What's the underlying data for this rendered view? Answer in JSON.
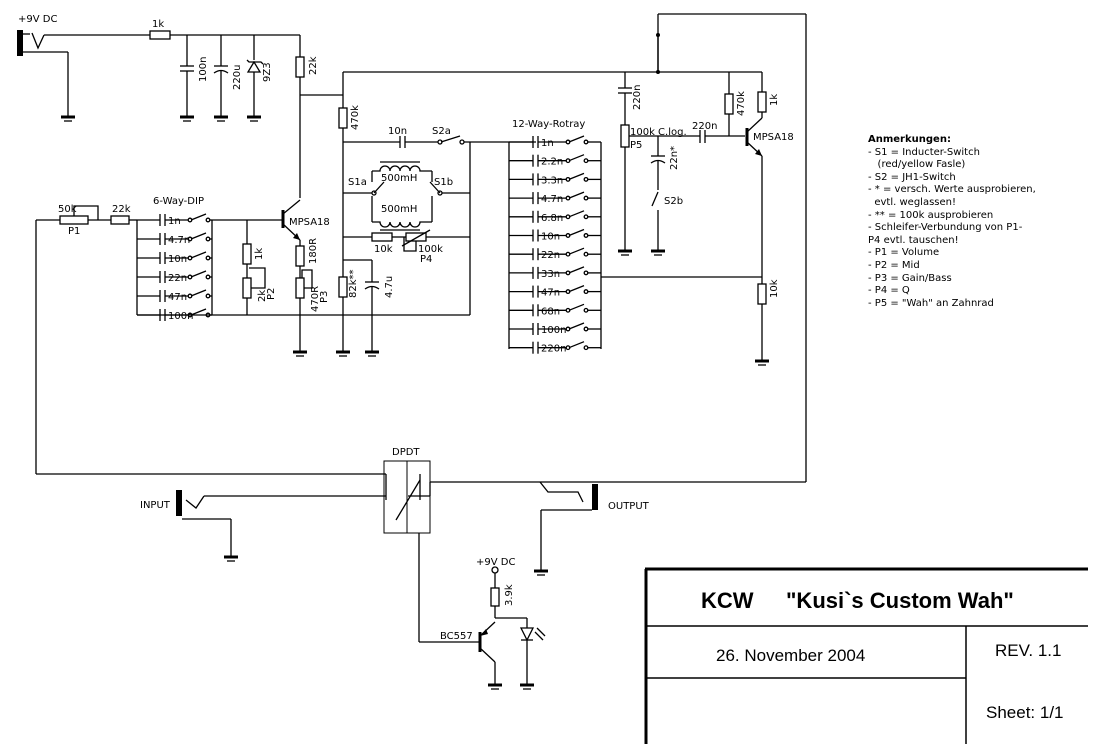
{
  "supply": {
    "label": "+9V DC",
    "led_supply": "+9V DC"
  },
  "parts": {
    "r_1k_supply": "1k",
    "c_100n": "100n",
    "c_220u": "220u",
    "z_9v3": "9Z3",
    "r_22k_col": "22k",
    "r_470k": "470k",
    "c_10n": "10n",
    "s2a": "S2a",
    "s1a": "S1a",
    "s1b": "S1b",
    "l1": "500mH",
    "l2": "500mH",
    "r_10k": "10k",
    "p4_val": "100k",
    "p4": "P4",
    "r_82k": "82k**",
    "c_4u7": "4.7u",
    "q1": "MPSA18",
    "r_1k_base": "1k",
    "p2_val": "2k",
    "p2": "P2",
    "r_180r": "180R",
    "p3_val": "470R",
    "p3": "P3",
    "p1_val": "50k",
    "p1": "P1",
    "r_22k_in": "22k",
    "dip_title": "6-Way-DIP",
    "rot_title": "12-Way-Rotray",
    "c_220n_top": "220n",
    "p5_val": "100k C.log.",
    "p5": "P5",
    "c_22n": "22n*",
    "s2b": "S2b",
    "c_220n_out": "220n",
    "r_470k_b": "470k",
    "r_1k_col2": "1k",
    "q2": "MPSA18",
    "r_10k_em": "10k",
    "dpdt": "DPDT",
    "input": "INPUT",
    "output": "OUTPUT",
    "r_3k9": "3.9k",
    "bc557": "BC557"
  },
  "dip_values": [
    "1n",
    "4.7n",
    "10n",
    "22n",
    "47n",
    "100n"
  ],
  "rotary_values": [
    "1n",
    "2.2n",
    "3.3n",
    "4.7n",
    "6.8n",
    "10n",
    "22n",
    "33n",
    "47n",
    "68n",
    "100n",
    "220n"
  ],
  "notes": {
    "title": "Anmerkungen:",
    "lines": [
      "- S1 = Inducter-Switch",
      "   (red/yellow Fasle)",
      "- S2 = JH1-Switch",
      "- * = versch. Werte ausprobieren,",
      "  evtl. weglassen!",
      "- ** = 100k ausprobieren",
      "- Schleifer-Verbundung von P1-",
      "P4 evtl. tauschen!",
      "- P1 = Volume",
      "- P2 = Mid",
      "- P3 = Gain/Bass",
      "- P4 = Q",
      "- P5 = \"Wah\" an Zahnrad"
    ]
  },
  "title_block": {
    "code": "KCW",
    "name": "\"Kusi`s Custom Wah\"",
    "date": "26. November 2004",
    "rev": "REV. 1.1",
    "sheet": "Sheet: 1/1"
  }
}
